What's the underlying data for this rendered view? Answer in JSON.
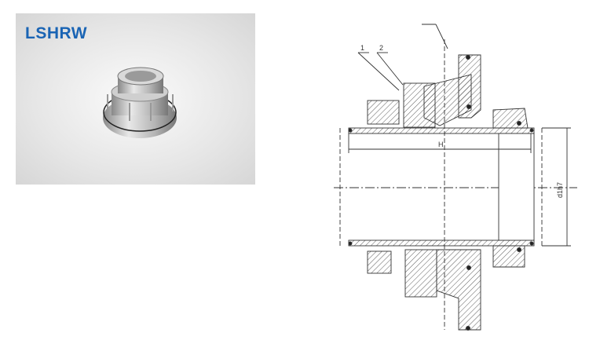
{
  "product": {
    "model": "LSHRW"
  },
  "drawing": {
    "part_labels": [
      "1",
      "2"
    ],
    "dimension_length": "H",
    "dimension_diameter": "d1h7"
  },
  "colors": {
    "title": "#1a64b4",
    "line": "#333333"
  }
}
